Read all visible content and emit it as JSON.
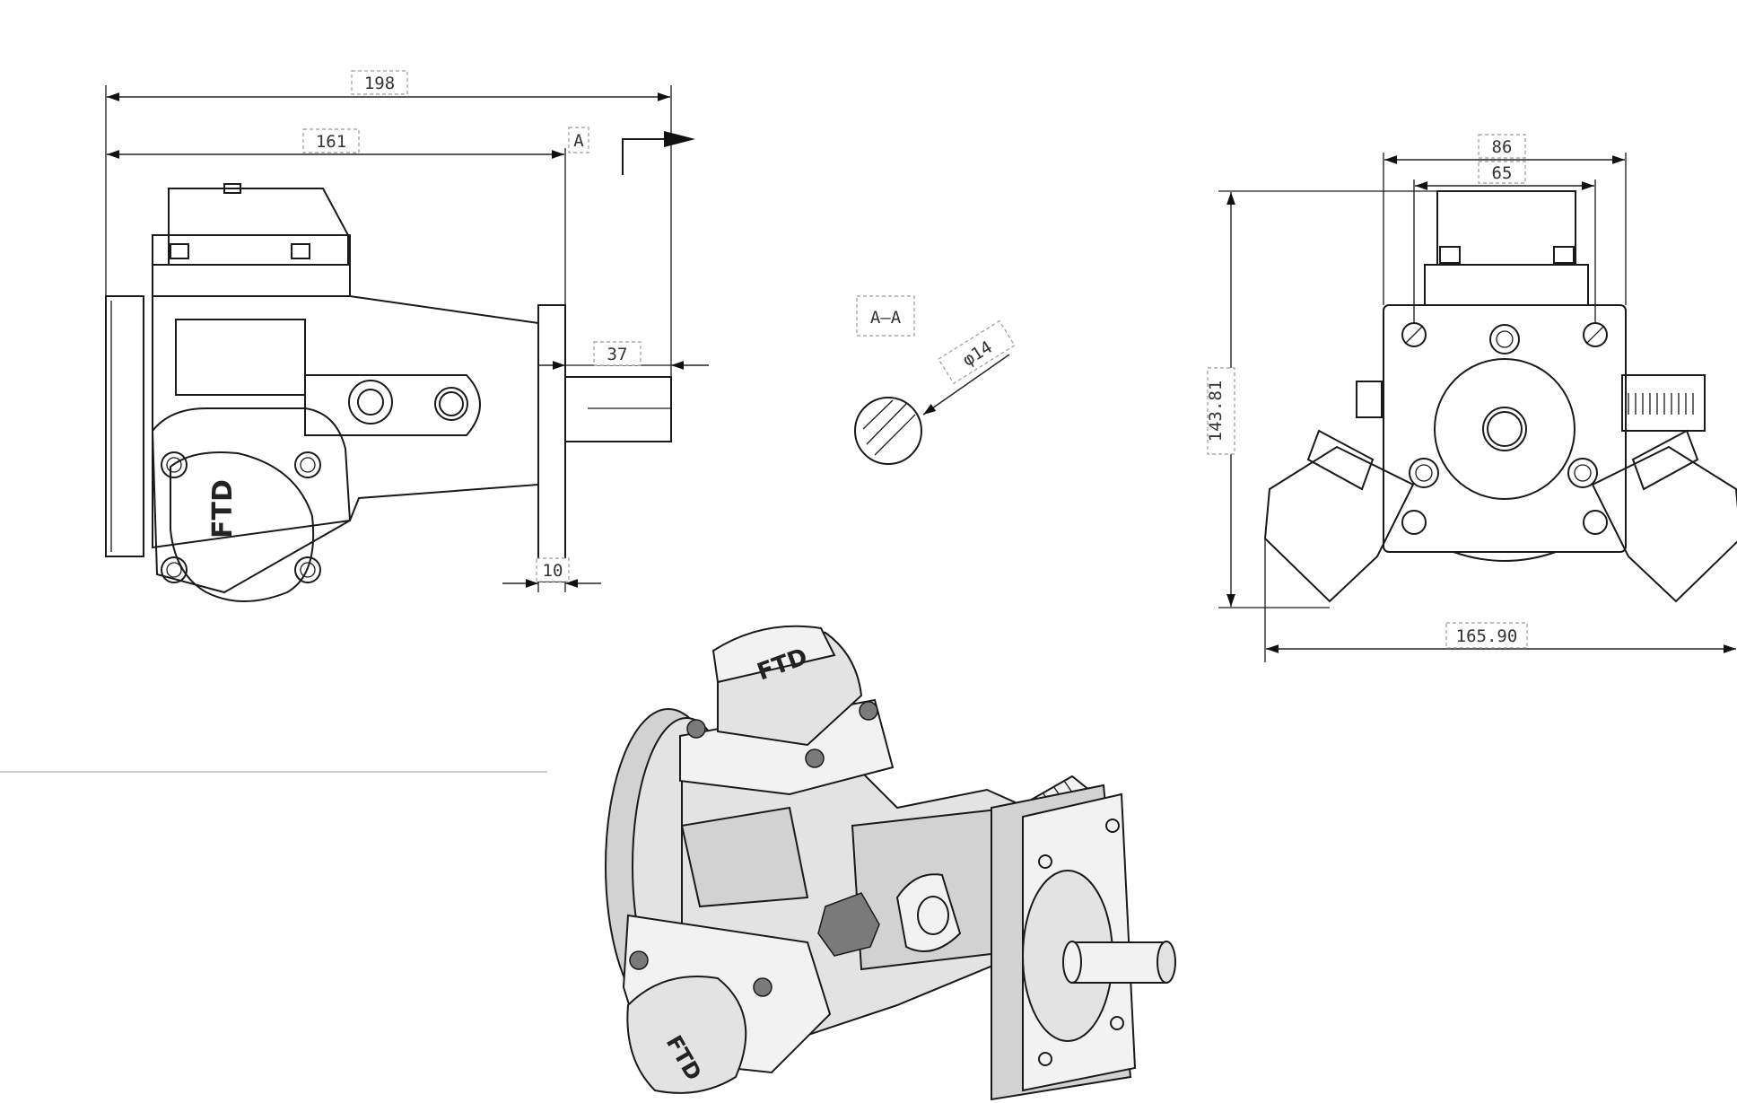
{
  "dimensions": {
    "side_overall_length": "198",
    "side_body_length": "161",
    "section_marker": "A",
    "shaft_length": "37",
    "flange_thickness": "10",
    "section_label": "A–A",
    "shaft_diameter": "φ14",
    "front_width_outer": "86",
    "front_width_inner": "65",
    "front_height": "143.81",
    "front_overall_width": "165.90"
  },
  "logo_text": "FTD",
  "colors": {
    "line": "#1a1a1a",
    "body_light": "#e3e3e3",
    "body_mid": "#d2d2d2",
    "guide": "#bbbbbb"
  }
}
